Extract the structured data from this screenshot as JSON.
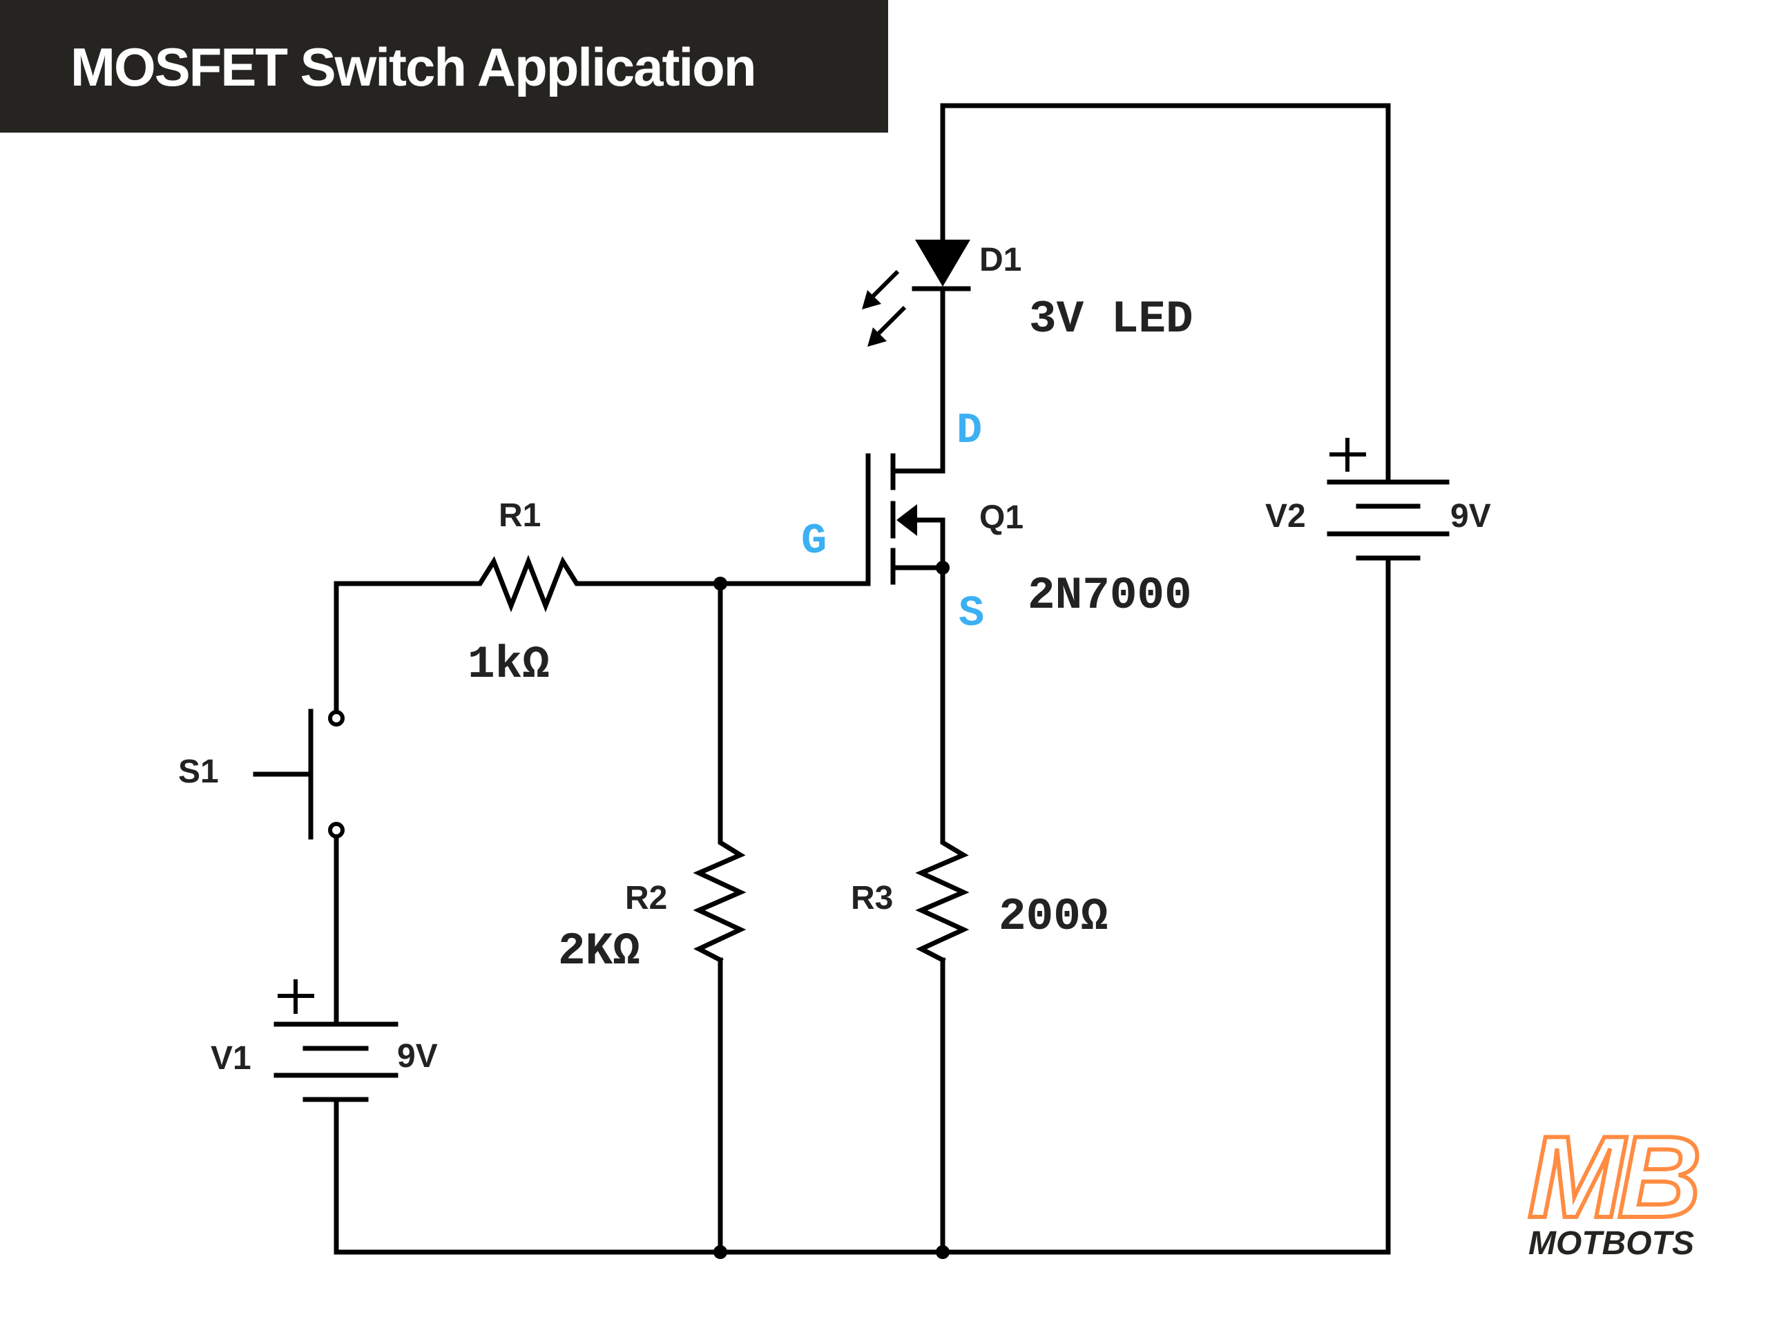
{
  "title": "MOSFET Switch Application",
  "components": {
    "d1": {
      "ref": "D1",
      "value": "3V LED"
    },
    "q1": {
      "ref": "Q1",
      "value": "2N7000",
      "pins": {
        "drain": "D",
        "gate": "G",
        "source": "S"
      }
    },
    "r1": {
      "ref": "R1",
      "value": "1kΩ"
    },
    "r2": {
      "ref": "R2",
      "value": "2KΩ"
    },
    "r3": {
      "ref": "R3",
      "value": "200Ω"
    },
    "s1": {
      "ref": "S1"
    },
    "v1": {
      "ref": "V1",
      "value": "9V",
      "polarity": "+"
    },
    "v2": {
      "ref": "V2",
      "value": "9V",
      "polarity": "+"
    }
  },
  "colors": {
    "pin_label": "#3BB0F3",
    "banner": "#252420",
    "logo_accent": "#FF8C42"
  },
  "logo": {
    "mark": "MB",
    "name": "MOTBOTS"
  }
}
